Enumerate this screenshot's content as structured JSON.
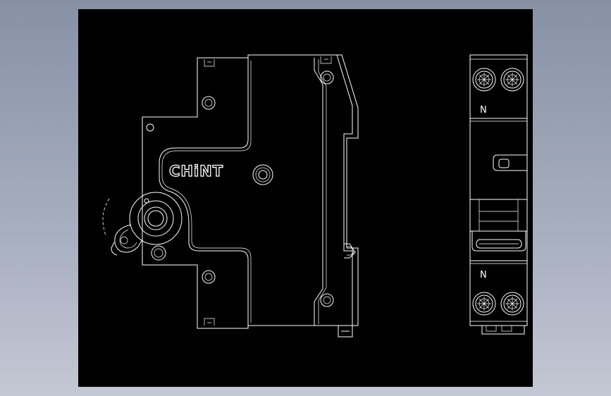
{
  "drawing": {
    "background_color": "#000000",
    "line_color": "#ffffff",
    "side_view": {
      "brand_logo": "CHiNT"
    },
    "front_view": {
      "top_terminal_label": "N",
      "bottom_terminal_label": "N"
    }
  }
}
